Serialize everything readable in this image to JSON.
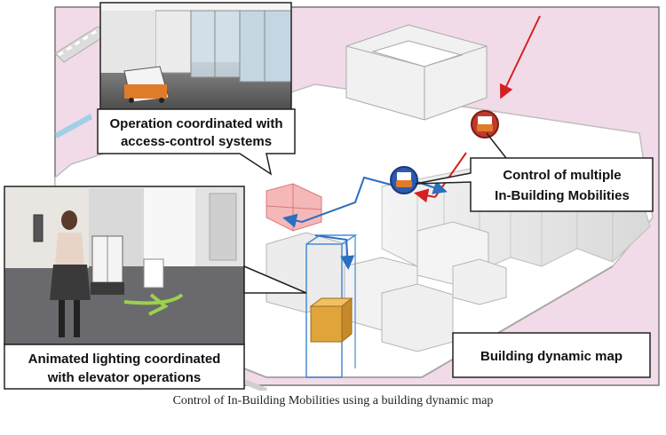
{
  "callouts": {
    "access_control": [
      "Operation coordinated with",
      "access-control systems"
    ],
    "multiple_mobilities": [
      "Control of multiple",
      "In-Building Mobilities"
    ],
    "lighting": [
      "Animated lighting coordinated",
      "with elevator operations"
    ],
    "dynamic_map": "Building dynamic map"
  },
  "caption": "Control of In-Building Mobilities using a building dynamic map",
  "colors": {
    "route_red": "#d42020",
    "route_blue": "#2a6fc0",
    "highlight_pink": "#f3a6a6",
    "elevator_car": "#e0a53a",
    "map_background": "#f2dbe8"
  }
}
